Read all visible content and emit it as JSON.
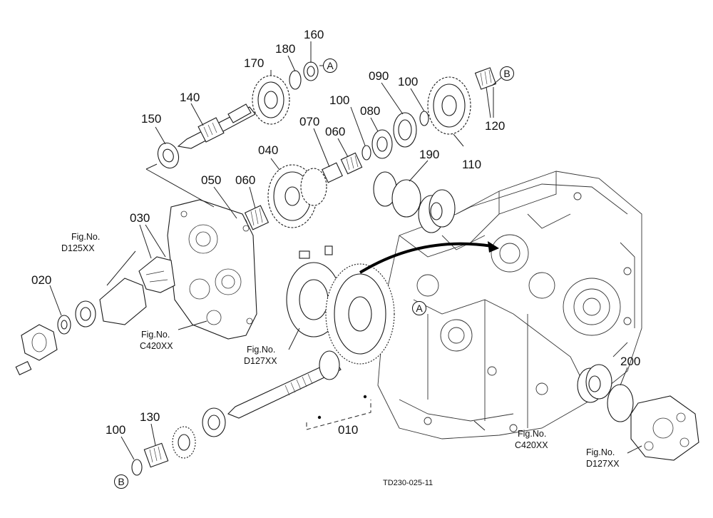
{
  "part_numbers": {
    "p160": "160",
    "p180": "180",
    "p170": "170",
    "p140": "140",
    "p150": "150",
    "p090": "090",
    "p100a": "100",
    "p100b": "100",
    "p100c": "100",
    "p080": "080",
    "p070": "070",
    "p060a": "060",
    "p060b": "060",
    "p040": "040",
    "p050": "050",
    "p030": "030",
    "p020": "020",
    "p190": "190",
    "p110": "110",
    "p120": "120",
    "p200": "200",
    "p130": "130",
    "p010": "010"
  },
  "fig_refs": {
    "d125_a": "Fig.No.",
    "d125_b": "D125XX",
    "c420a_a": "Fig.No.",
    "c420a_b": "C420XX",
    "d127a_a": "Fig.No.",
    "d127a_b": "D127XX",
    "c420b_a": "Fig.No.",
    "c420b_b": "C420XX",
    "d127b_a": "Fig.No.",
    "d127b_b": "D127XX"
  },
  "callouts": {
    "a_top": "A",
    "b_top": "B",
    "a_case": "A",
    "b_bottom": "B"
  },
  "drawing_code": "TD230-025-11"
}
